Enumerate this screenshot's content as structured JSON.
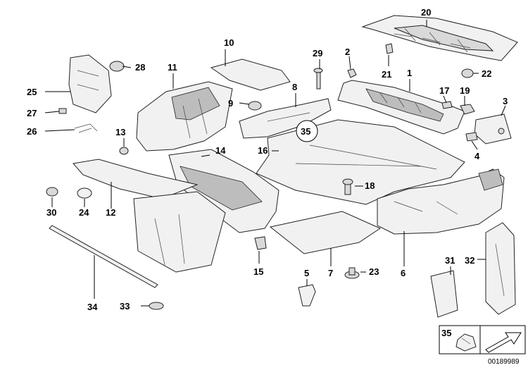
{
  "diagram": {
    "callouts": {
      "c1": "1",
      "c2": "2",
      "c3": "3",
      "c4": "4",
      "c5": "5",
      "c6": "6",
      "c7": "7",
      "c8": "8",
      "c9": "9",
      "c10": "10",
      "c11": "11",
      "c12": "12",
      "c13": "13",
      "c14": "14",
      "c15": "15",
      "c16": "16",
      "c17": "17",
      "c18": "18",
      "c19": "19",
      "c20": "20",
      "c21": "21",
      "c22": "22",
      "c23": "23",
      "c24": "24",
      "c25": "25",
      "c26": "26",
      "c27": "27",
      "c28": "28",
      "c29": "29",
      "c30": "30",
      "c31": "31",
      "c32": "32",
      "c33": "33",
      "c34": "34",
      "c35_circled": "35"
    },
    "legend_box": {
      "label": "35"
    },
    "document_number": "00189989"
  }
}
